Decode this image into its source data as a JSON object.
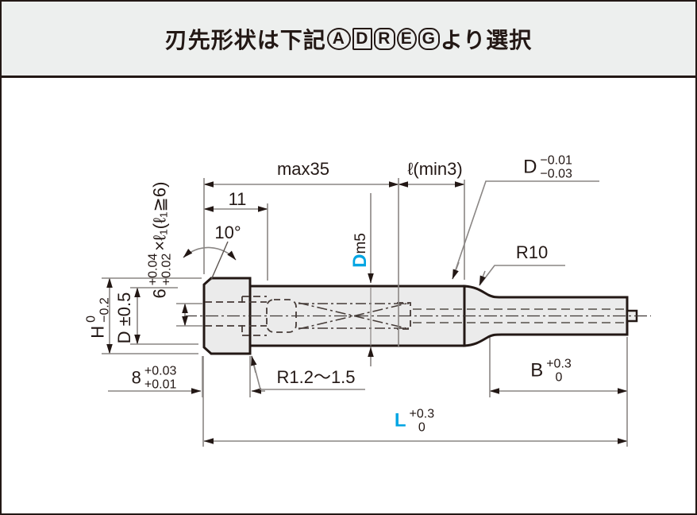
{
  "title": {
    "prefix": "刃先形状は下記",
    "suffix": "より選択",
    "options": [
      {
        "letter": "A",
        "shape": "circle"
      },
      {
        "letter": "D",
        "shape": "square"
      },
      {
        "letter": "R",
        "shape": "rounded"
      },
      {
        "letter": "E",
        "shape": "ellipse"
      },
      {
        "letter": "G",
        "shape": "oval"
      }
    ]
  },
  "dims": {
    "max_length": "max35",
    "l_min": "ℓ(min3)",
    "d_tol": {
      "label": "D",
      "upper": "−0.01",
      "lower": "−0.03"
    },
    "head_len": "11",
    "angle": "10°",
    "fillet_top": "R10",
    "shaft_fit": {
      "label": "D",
      "suffix": "m5"
    },
    "height": {
      "label": "H",
      "upper": "0",
      "lower": "−0.2"
    },
    "head_dia": "D ±0.5",
    "bore": {
      "value": "6",
      "upper": "+0.04",
      "lower": "+0.02",
      "suffix": "×ℓ₁(ℓ₁≧6)"
    },
    "head_thk": {
      "value": "8",
      "upper": "+0.03",
      "lower": "+0.01"
    },
    "under_fillet": "R1.2～1.5",
    "tip_len": {
      "label": "B",
      "upper": "+0.3",
      "lower": "0"
    },
    "total_len": {
      "label": "L",
      "upper": "+0.3",
      "lower": "0"
    }
  },
  "colors": {
    "accent": "#00a5e3",
    "ink": "#231815",
    "line_gray": "#8a8684",
    "part_fill": "#ebebeb",
    "band_fill": "#edefee"
  }
}
